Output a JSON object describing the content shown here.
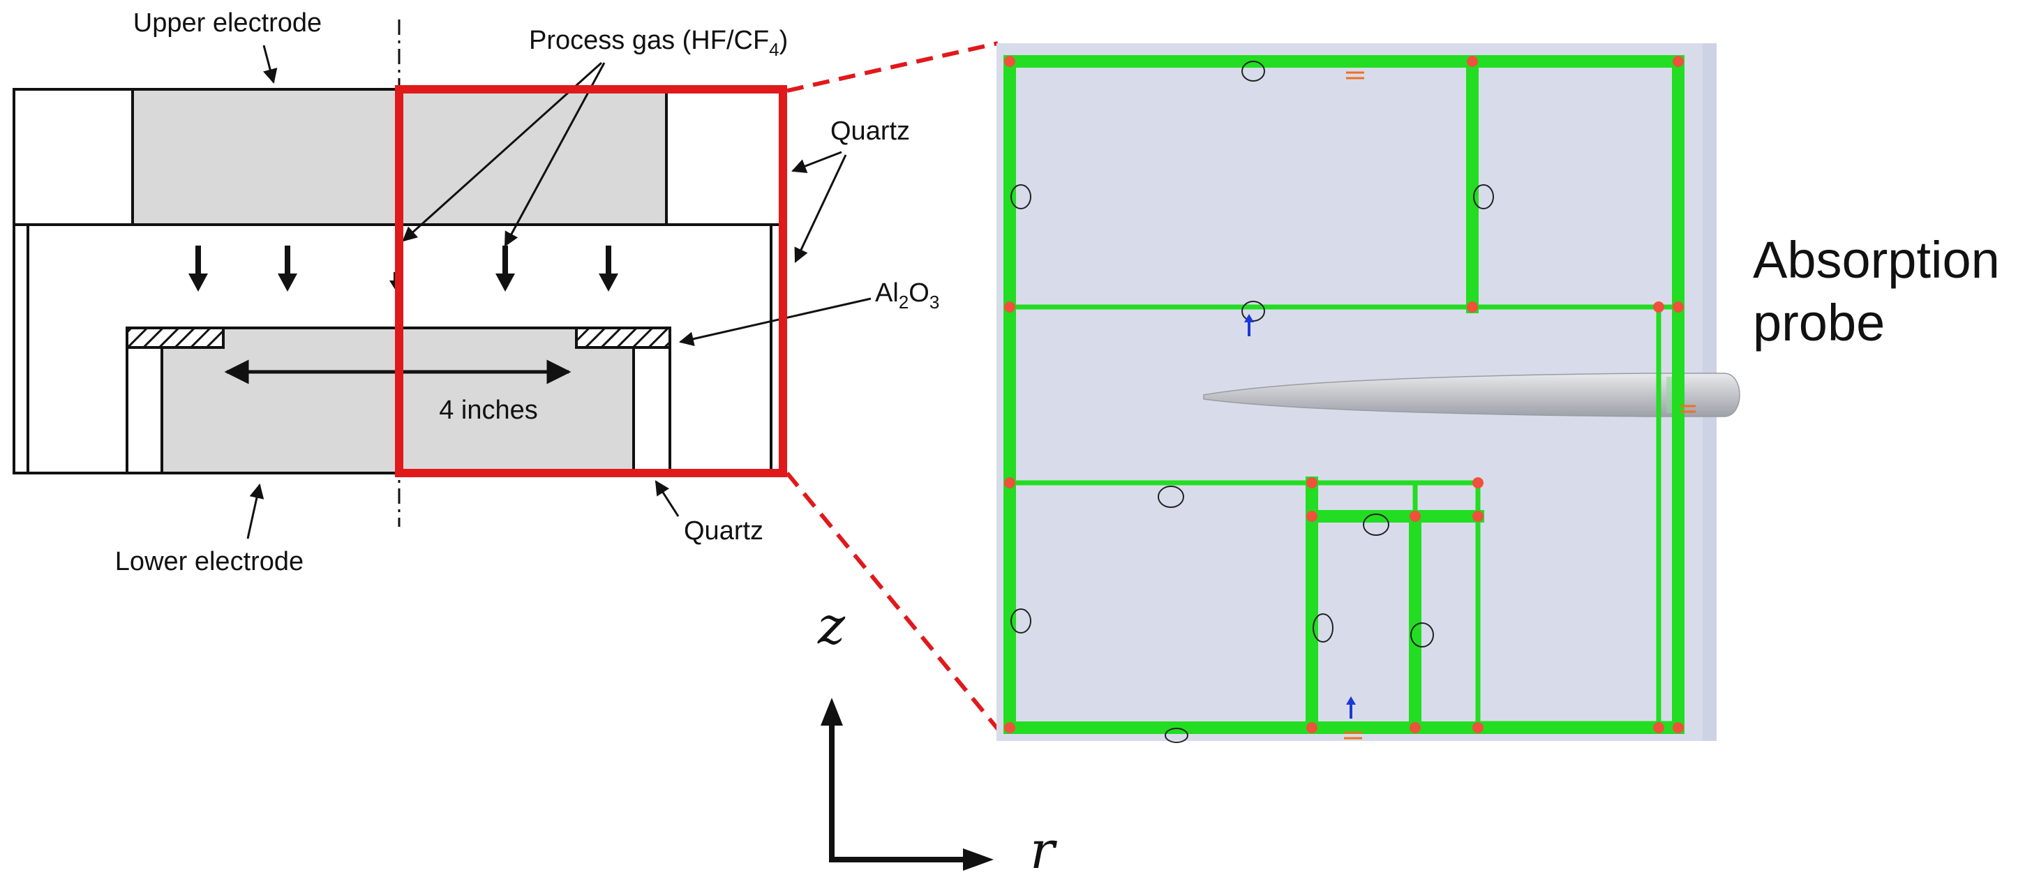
{
  "diagram": {
    "labels": {
      "upper_electrode": "Upper electrode",
      "process_gas": "Process gas (HF/CF",
      "process_gas_sub": "4",
      "process_gas_close": ")",
      "quartz_top": "Quartz",
      "al2o3_a": "Al",
      "al2o3_sub1": "2",
      "al2o3_b": "O",
      "al2o3_sub2": "3",
      "dimension": "4 inches",
      "lower_electrode": "Lower electrode",
      "quartz_bottom": "Quartz",
      "probe_line1": "Absorption",
      "probe_line2": "probe",
      "axis_z": "z",
      "axis_r": "r"
    },
    "colors": {
      "highlight_box": "#e0191b",
      "electrode_fill": "#d9d9d9",
      "mesh_background": "#d8dcea",
      "mesh_edges": "#22dd22",
      "mesh_vertices": "#f0503c",
      "probe": "#c4c6cc",
      "marker_blue": "#1a3ad6",
      "marker_orange": "#f07020"
    }
  }
}
